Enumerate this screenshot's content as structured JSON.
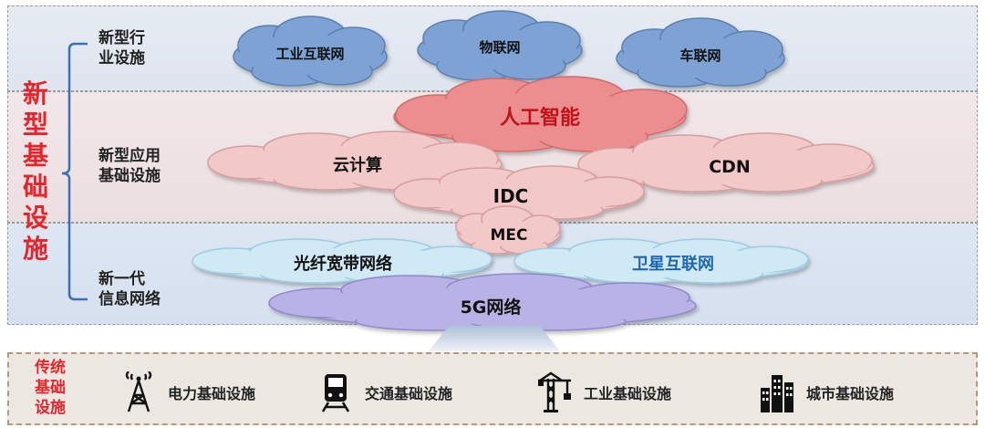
{
  "title_chars": [
    "新",
    "型",
    "基",
    "础",
    "设",
    "施"
  ],
  "rows": {
    "industry": [
      "新型行",
      "业设施"
    ],
    "application": [
      "新型应用",
      "基础设施"
    ],
    "network": [
      "新一代",
      "信息网络"
    ]
  },
  "clouds": {
    "industrial_internet": "工业互联网",
    "iot": "物联网",
    "iov": "车联网",
    "ai": "人工智能",
    "cloud_computing": "云计算",
    "cdn": "CDN",
    "idc": "IDC",
    "mec": "MEC",
    "fiber": "光纤宽带网络",
    "satellite": "卫星互联网",
    "fiveg": "5G网络"
  },
  "traditional": {
    "title": [
      "传统",
      "基础",
      "设施"
    ],
    "items": [
      {
        "label": "电力基础设施",
        "icon": "power-tower-icon"
      },
      {
        "label": "交通基础设施",
        "icon": "train-icon"
      },
      {
        "label": "工业基础设施",
        "icon": "crane-icon"
      },
      {
        "label": "城市基础设施",
        "icon": "city-buildings-icon"
      }
    ]
  },
  "colors": {
    "accent_red": "#e8242a",
    "blue_cloud": "#7ea2d4",
    "pink_cloud": "#f3c8c9",
    "red_cloud": "#ec8e8f",
    "light_blue_cloud": "#cfe9f5",
    "purple_cloud": "#b9b2e6",
    "satellite_text": "#1f67b3"
  }
}
